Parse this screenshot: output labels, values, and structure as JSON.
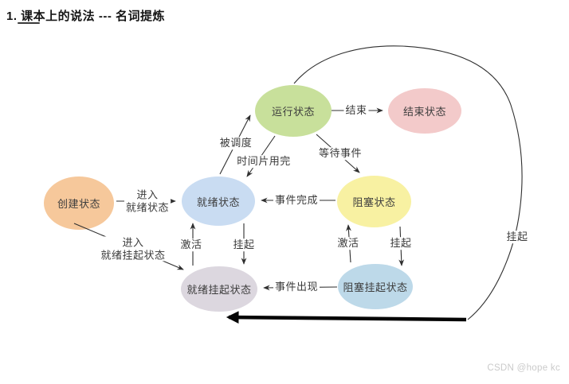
{
  "page": {
    "title": "1. 课本上的说法 --- 名词提炼",
    "watermark": "CSDN @hope kc"
  },
  "colors": {
    "running": "#c8e09b",
    "end_state": "#f3caca",
    "create": "#f6c89b",
    "ready": "#c9dcf2",
    "blocked": "#f8f1a2",
    "ready_suspended": "#dcd7df",
    "blocked_suspended": "#bdd9e9"
  },
  "nodes": {
    "running": {
      "label": "运行状态"
    },
    "end_state": {
      "label": "结束状态"
    },
    "create": {
      "label": "创建状态"
    },
    "ready": {
      "label": "就绪状态"
    },
    "blocked": {
      "label": "阻塞状态"
    },
    "ready_suspended": {
      "label": "就绪挂起状态"
    },
    "blocked_suspended": {
      "label": "阻塞挂起状态"
    }
  },
  "edges": {
    "finish": "结束",
    "scheduled": "被调度",
    "timeslice_used": "时间片用完",
    "wait_event": "等待事件",
    "event_done": "事件完成",
    "enter_ready": {
      "line1": "进入",
      "line2": "就绪状态"
    },
    "enter_ready_suspended": {
      "line1": "进入",
      "line2": "就绪挂起状态"
    },
    "activate_ready": "激活",
    "suspend_ready": "挂起",
    "activate_blocked": "激活",
    "suspend_blocked": "挂起",
    "event_occur": "事件出现",
    "suspend_running": "挂起"
  }
}
